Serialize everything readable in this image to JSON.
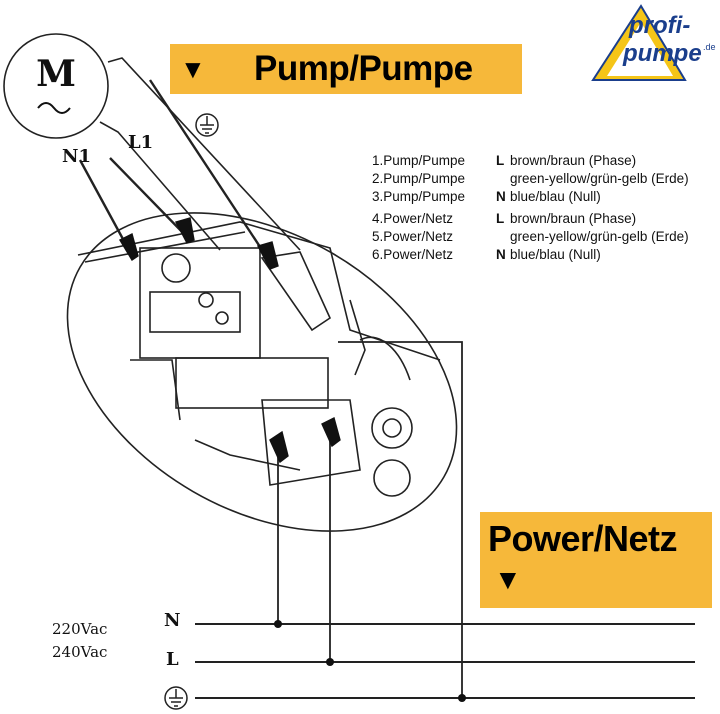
{
  "pump_banner": {
    "arrow": "▼",
    "label": "Pump/Pumpe"
  },
  "power_banner": {
    "label": "Power/Netz",
    "arrow": "▼"
  },
  "motor": {
    "symbol": "M",
    "wave": "~"
  },
  "wire_labels": {
    "n1": "N1",
    "l1": "L1"
  },
  "legend": [
    {
      "item": "1.Pump/Pumpe",
      "code": "L",
      "desc": "brown/braun (Phase)"
    },
    {
      "item": "2.Pump/Pumpe",
      "code": "",
      "desc": "green-yellow/grün-gelb (Erde)"
    },
    {
      "item": "3.Pump/Pumpe",
      "code": "N",
      "desc": "blue/blau (Null)"
    },
    {
      "item": "4.Power/Netz",
      "code": "L",
      "desc": "brown/braun (Phase)"
    },
    {
      "item": "5.Power/Netz",
      "code": "",
      "desc": "green-yellow/grün-gelb (Erde)"
    },
    {
      "item": "6.Power/Netz",
      "code": "N",
      "desc": "blue/blau (Null)"
    }
  ],
  "voltage": {
    "line1": "220Vac",
    "line2": "240Vac"
  },
  "bus_labels": {
    "n": "N",
    "l": "L"
  },
  "logo": {
    "line1": "profi-",
    "line2": "pumpe",
    "suffix": ".de"
  },
  "colors": {
    "banner": "#f6b83a",
    "logo_blue": "#1a3e8c",
    "logo_yellow": "#f5c518"
  },
  "icons": [
    "ground-icon",
    "arrow-down-icon",
    "motor-icon"
  ]
}
